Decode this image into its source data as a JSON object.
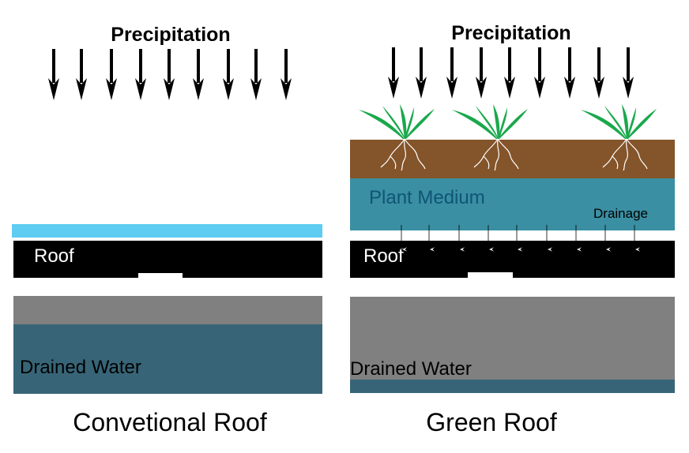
{
  "left": {
    "precipitation_label": "Precipitation",
    "roof_label": "Roof",
    "drained_water_label": "Drained Water",
    "caption": "Convetional Roof"
  },
  "right": {
    "precipitation_label": "Precipitation",
    "plant_medium_label": "Plant Medium",
    "drainage_label": "Drainage",
    "roof_label": "Roof",
    "drained_water_label": "Drained Water",
    "caption": "Green Roof"
  },
  "colors": {
    "water_film": "#5ecdf1",
    "roof": "#000000",
    "gray_storage": "#808080",
    "drained_water": "#376577",
    "soil": "#84542a",
    "plant_medium": "#3a8fa3",
    "plant_medium_text": "#0f5574",
    "leaf": "#1aa84c"
  },
  "icons": {
    "rain_arrow": "down-arrow-icon",
    "plant": "plant-icon",
    "drain_arrow": "thin-down-arrow-icon"
  }
}
